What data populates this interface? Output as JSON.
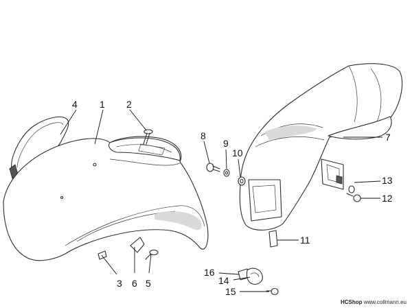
{
  "callouts": {
    "c1": "1",
    "c2": "2",
    "c3": "3",
    "c4": "4",
    "c5": "5",
    "c6": "6",
    "c7": "7",
    "c8": "8",
    "c9": "9",
    "c10": "10",
    "c11": "11",
    "c12": "12",
    "c13": "13",
    "c14": "14",
    "c15": "15",
    "c16": "16"
  },
  "watermark": {
    "brand": "HCShop",
    "url": "www.collmann.eu"
  }
}
